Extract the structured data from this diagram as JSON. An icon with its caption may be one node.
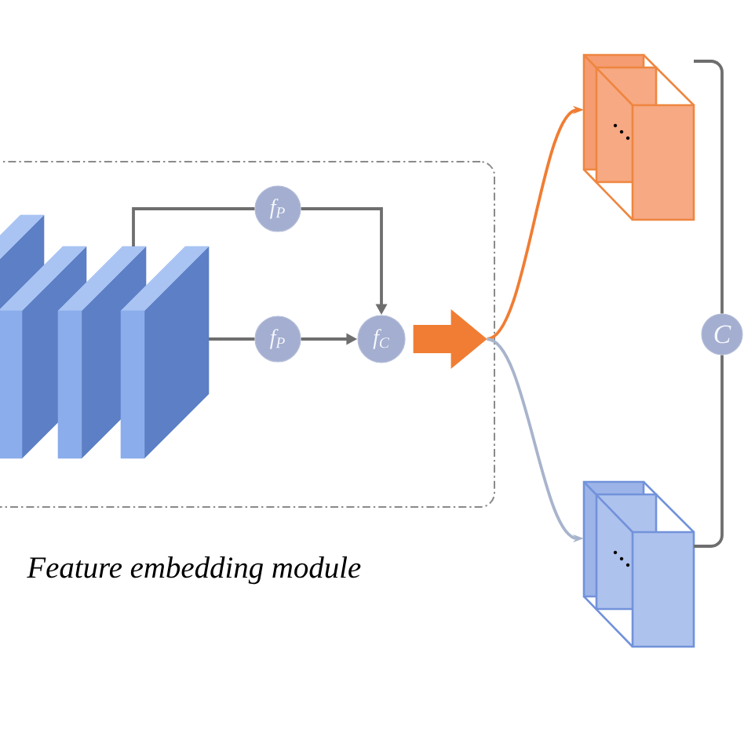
{
  "diagram": {
    "nodes": [
      {
        "text": [
          "Feature embedding module"
        ]
      },
      {
        "text": [],
        "shape": "picture",
        "in": 0
      },
      {
        "text": [
          "f$_{P}$"
        ],
        "in": 0
      },
      {
        "text": [
          "f$_{P}$"
        ],
        "in": 0
      },
      {
        "text": [
          "f$_{C}$"
        ],
        "in": 0
      },
      {
        "text": [],
        "shape": "box"
      },
      {
        "text": [],
        "shape": "box"
      },
      {
        "text": [
          "C"
        ]
      }
    ],
    "edges": [
      {
        "from": 1,
        "to": 2,
        "arrow": "none"
      },
      {
        "from": 2,
        "to": 4,
        "arrow": "to"
      },
      {
        "from": 1,
        "to": 3,
        "arrow": "none"
      },
      {
        "from": 3,
        "to": 4,
        "arrow": "to"
      },
      {
        "from": 4,
        "to": 5,
        "arrow": "to",
        "color": "#f07d33"
      },
      {
        "from": 4,
        "to": 6,
        "arrow": "to",
        "color": "#a8b4cc"
      },
      {
        "from": 5,
        "to": 7,
        "arrow": "none"
      },
      {
        "from": 6,
        "to": 7,
        "arrow": "none"
      }
    ]
  }
}
